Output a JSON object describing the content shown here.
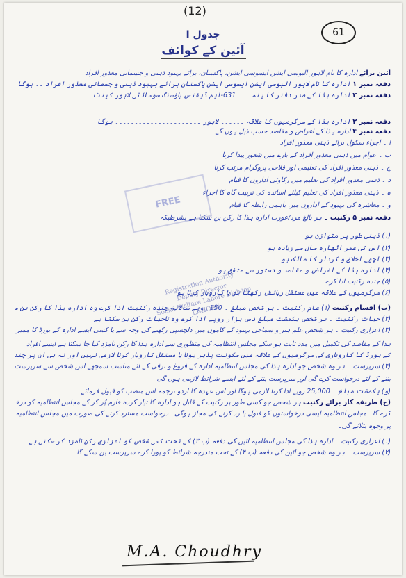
{
  "page_number": "(12)",
  "circled_number": "61",
  "heading": {
    "line1": "جدول I",
    "line2": "آئین کے کوائف"
  },
  "rows": [
    {
      "label": "آئین برائے",
      "text": "ادارہ کا نام لاہور البوسی ایشن ایسوسی ایشن، پاکستان، برائے بہبود ذہنی و جسمانی معذور افراد"
    },
    {
      "label": "دفعہ نمبر ۱",
      "text": "ادارہ کا نام لاہور البوسی ایشن ایسوسی ایشن پاکستان برائے بہبود ذہنی و جسمانی معذور افراد ۔۔ ہوگا"
    },
    {
      "label": "دفعہ نمبر ۲",
      "text": "ادارہ ہذا کے صدر دفتر کا پتہ ۔۔۔ 631-ایم ڈیفنس ہاؤسنگ سوسائٹی لاہور کینٹ ۔۔۔۔۔۔۔۔"
    },
    {
      "label": "",
      "text": "۔۔۔۔۔۔۔۔۔۔۔۔۔۔۔۔۔۔۔۔۔۔۔۔۔۔۔۔۔۔۔۔۔۔۔۔۔۔۔۔۔۔۔۔۔۔۔۔۔۔۔۔۔۔۔۔۔۔"
    },
    {
      "label": "دفعہ نمبر ۳",
      "text": "ادارہ ہذا کے سرگرمیوں کا علاقہ ۔۔۔۔۔۔ لاہور ۔۔۔۔۔۔۔۔۔۔۔۔۔۔۔۔۔۔۔۔۔۔ ہوگا"
    },
    {
      "label": "دفعہ نمبر ۴",
      "text": "ادارہ ہذا کے اغراض و مقاصد حسب ذیل ہوں گے"
    },
    {
      "label": "",
      "text": "ا ۔ اجراء سکول برائے ذہنی معذور افراد"
    },
    {
      "label": "",
      "text": "ب ۔ عوام میں ذہنی معذور افراد کے بارے میں شعور پیدا کرنا"
    },
    {
      "label": "",
      "text": "ج ۔ ذہنی معذور افراد کی تعلیمی اور فلاحی پروگرام مرتب کرنا"
    },
    {
      "label": "",
      "text": "د ۔ ذہنی معذور افراد کی تعلیم میں رکاوٹی اداروں کا قیام"
    },
    {
      "label": "",
      "text": "ہ ۔ ذہنی معذور افراد کی تعلیم کیلئے اساتذہ کی تربیت گاہ کا اجراء"
    },
    {
      "label": "",
      "text": "و ۔ معاشرہ کی بہبود کے اداروں میں باہمی رابطہ کا قیام"
    },
    {
      "label": "دفعہ نمبر ۵ رکنیت ۔",
      "text": "ہر بالغ مرد/عورت ادارہ ہذا کا رکن بن سکتا ہے بشرطیکہ"
    },
    {
      "label": "",
      "text": "(۱) ذہنی طور پر متوازن ہو"
    },
    {
      "label": "",
      "text": "(۲) اس کی عمر اٹھارہ سال سے زیادہ ہو"
    },
    {
      "label": "",
      "text": "(۳) اچھے اخلاق و کردار کا مالک ہو"
    },
    {
      "label": "",
      "text": "(۴) ادارہ ہذا کے اغراض و مقاصد و دستور سے متفق ہو"
    },
    {
      "label": "",
      "text": "(۵) چندہ رکنیت ادا کرے"
    },
    {
      "label": "",
      "text": "(۶) سرگرمیوں کے علاقہ میں مستقل رہائش رکھتا ہو یا کاروبار کرتا ہو"
    },
    {
      "label": "(ب) اقسام رکنیت",
      "text": "(۱) عام رکنیت ۔ ہر شخص مبلغ ۔ 150 روپے سالانہ چندہ رکنیت ادا کرے وہ ادارہ ہذا کا رکن بن سکتا ہے"
    },
    {
      "label": "",
      "text": "(۲) حیات رکنیت ۔ ہر شخص یکمشت مبلغ دس ہزار روپے ادا کرے وہ تاحیات رکن بن سکتا ہے"
    },
    {
      "label": "",
      "text": "(۳) اعزازی رکنیت ۔ ہر شخص علم ہنر و سماجی بہبود کے کاموں میں دلچسپی رکھنے کی وجہ سے یا کسی ایسے ادارہ کے بورڈ کا ممبر ہو جو ادارہ"
    },
    {
      "label": "",
      "text": "ہذا کے مقاصد کی تکمیل میں مدد ثابت ہو سکے مجلس انتظامیہ کی منظوری سے ادارہ ہذا کا رکن نامزد کیا جا سکتا ہے ایسے افراد"
    },
    {
      "label": "",
      "text": "کے بورڈ کا کاروباری کی سرگرمیوں کے علاقہ میں سکونت پذیر ہونا یا مستقل کاروبار کرنا لازمی نہیں اور نہ ہی ان پر چندہ رکنیت واجب ہوگا"
    },
    {
      "label": "",
      "text": "(۴) سرپرست ۔ ہر وہ شخص جو ادارہ ہذا کی مجلس انتظامیہ ادارہ کے فروغ و ترقی کے لئے مناسب سمجھے اس شخص سے سرپرست"
    },
    {
      "label": "",
      "text": "بننے کے لئے درخواست کرے گی اور سرپرست بننے کے لئے ایسے شرائط لازمی ہوں گی"
    },
    {
      "label": "",
      "text": "(و) یکمشت مبلغ ۔ 25,000 روپے ادا کرنا لازمی ہوگا اور اس عہدہ کا اردو ترجمہ اس منصب کو قبول فرمائے"
    },
    {
      "label": "(ج) طریقہ کار برائے رکنیت",
      "text": "ہر شخص جو کسی طور پر رکنیت کے قابل ہو ادارہ کا تیار کردہ فارم پُر کر کے مجلس انتظامیہ کو درخواست"
    },
    {
      "label": "",
      "text": "کرے گا۔ مجلس انتظامیہ ایسی درخواستوں کو قبول یا رد کرنے کی مجاز ہوگی۔ درخواست مسترد کرنے کی صورت میں مجلس انتظامیہ تحریری طور"
    },
    {
      "label": "",
      "text": "پر وجوہ بتلانے گی۔"
    },
    {
      "label": "",
      "text": "(۱) اعزازی رکنیت ۔ ادارہ ہذا کی مجلس انتظامیہ آئین کی دفعہ (ب ۳) کے تحت کسی شخص کو اعزازی رکن نامزد کر سکتی ہے۔"
    },
    {
      "label": "",
      "text": "(۲) سرپرست ۔ ہر وہ شخص جو آئین کی دفعہ (ب ۴) کے تحت مندرجہ شرائط کو پورا کرے سرپرست بن سکے گا"
    }
  ],
  "stamp": {
    "line1": "Registration Authority",
    "line2": "Deputy Director",
    "line3": "Social Welfare Lahore Division",
    "line4": "LAHORE"
  },
  "stamp2_text": "FREE",
  "signature": "M.A. Choudhry"
}
